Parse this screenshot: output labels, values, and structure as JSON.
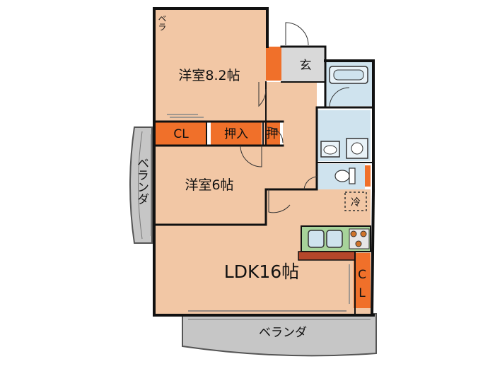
{
  "rooms": {
    "western_8": "洋室8.2帖",
    "western_6": "洋室6帖",
    "ldk": "LDK16帖",
    "entrance": "玄",
    "closet_cl": "CL",
    "oshiire": "押入",
    "oshiire_short": "押",
    "ldk_closet_c": "C",
    "ldk_closet_l": "L",
    "fridge": "冷"
  },
  "balconies": {
    "top_small": "ベラ",
    "left_vertical": "ベランダ",
    "bottom": "ベランダ"
  },
  "colors": {
    "floor": "#f2c7a5",
    "wall": "#111111",
    "storage": "#f0702a",
    "balcony": "#c6c6c6",
    "wet_area": "#cfe3ee",
    "entrance_floor": "#d9d9d9",
    "counter_wood": "#b5472a",
    "kitchen_green": "#a7d39a"
  },
  "icons": [
    "bathtub-icon",
    "washbasin-icon",
    "washing-machine-icon",
    "toilet-icon",
    "stove-icon",
    "sink-icon",
    "door-swing-icon",
    "sliding-door-icon"
  ]
}
